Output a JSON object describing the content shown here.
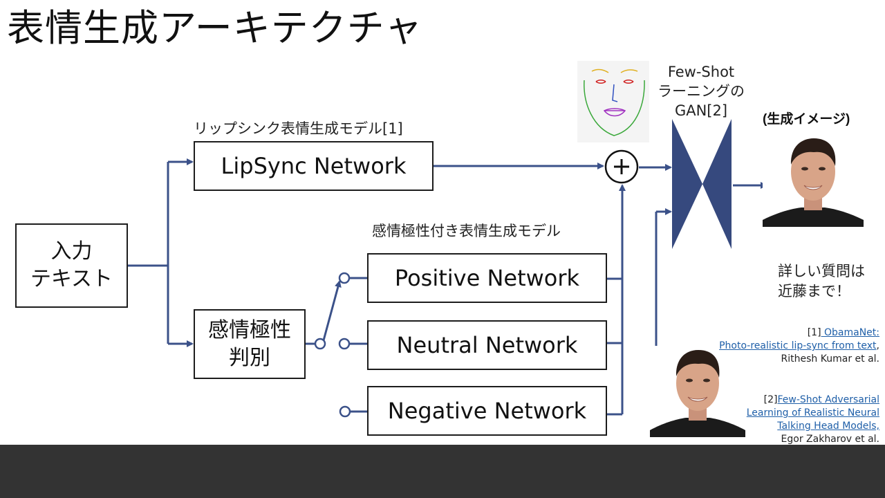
{
  "title": "表情生成アーキテクチャ",
  "input_box": {
    "line1": "入力",
    "line2": "テキスト"
  },
  "lipsync": {
    "caption": "リップシンク表情生成モデル[1]",
    "label": "LipSync Network"
  },
  "emotion_classifier": {
    "line1": "感情極性",
    "line2": "判別"
  },
  "emotion_model_caption": "感情極性付き表情生成モデル",
  "networks": {
    "positive": "Positive Network",
    "neutral": "Neutral Network",
    "negative": "Negative Network"
  },
  "gan": {
    "line1": "Few-Shot",
    "line2": "ラーニングの",
    "line3": "GAN[2]"
  },
  "combine_symbol": "+",
  "generated_label": "(生成イメージ)",
  "question": {
    "line1": "詳しい質問は",
    "line2": "近藤まで！"
  },
  "references": {
    "ref1": {
      "marker": "[1]",
      "link1": " ObamaNet:",
      "link2": "Photo-realistic lip-sync from text",
      "tail": ",",
      "authors": "Rithesh Kumar et al."
    },
    "ref2": {
      "marker": "[2]",
      "link1": "Few-Shot Adversarial",
      "link2": "Learning of Realistic Neural",
      "link3": "Talking Head Models,",
      "authors": "Egor Zakharov et al."
    }
  },
  "colors": {
    "arrow": "#3b5189",
    "gan_fill": "#36497e",
    "bottom_bar": "#333333",
    "link": "#1f5fa8"
  },
  "icons": [
    "face-landmark-sketch-icon",
    "plus-circle-icon",
    "switch-icon"
  ]
}
